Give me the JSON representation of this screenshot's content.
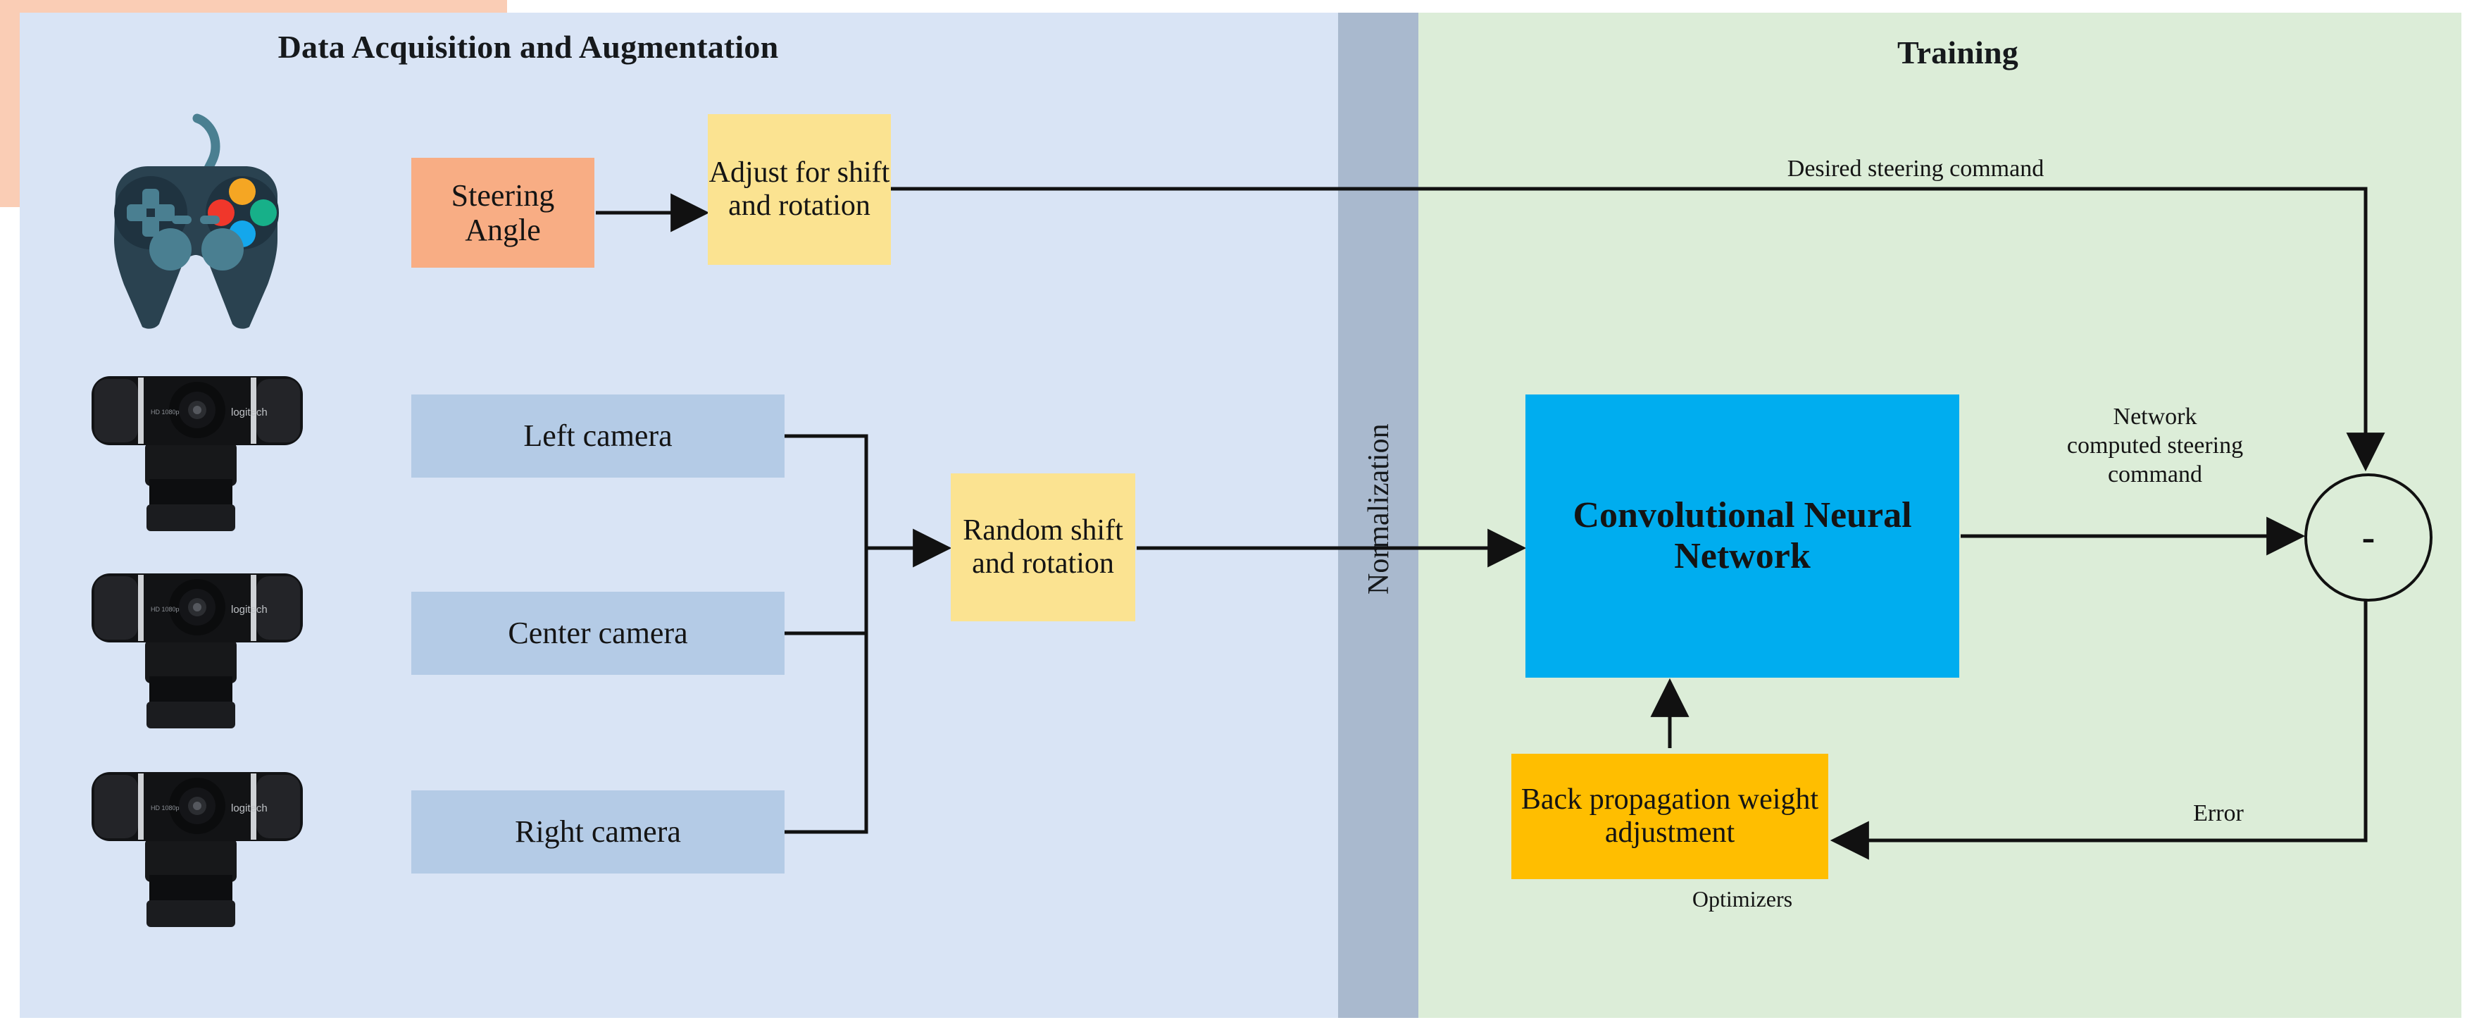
{
  "panels": {
    "left": {
      "title": "Data Acquisition and Augmentation",
      "bg": "#d9e4f5"
    },
    "divider": {
      "label": "Normalization",
      "bg": "#a9b9ce"
    },
    "right": {
      "title": "Training",
      "bg": "#dcedd8"
    }
  },
  "boxes": {
    "steering_angle": {
      "label": "Steering Angle",
      "color": "#f8ad84"
    },
    "adjust_shift_rotation": {
      "label": "Adjust for shift and rotation",
      "color": "#fbe391"
    },
    "left_camera": {
      "label": "Left camera",
      "color": "#b4cbe6"
    },
    "center_camera": {
      "label": "Center camera",
      "color": "#b4cbe6"
    },
    "right_camera": {
      "label": "Right camera",
      "color": "#b4cbe6"
    },
    "random_shift_rotation": {
      "label": "Random shift and rotation",
      "color": "#fbe391"
    },
    "cnn": {
      "label": "Convolutional Neural Network",
      "color": "#00adef"
    },
    "back_propagation": {
      "label": "Back propagation weight adjustment",
      "color": "#ffbe00"
    },
    "optimizers_container": {
      "label": "Optimizers",
      "color": "#facdb5"
    }
  },
  "nodes": {
    "subtract": {
      "symbol": "-",
      "shape": "circle"
    }
  },
  "edge_labels": {
    "desired_steering_command": "Desired steering command",
    "network_computed_steering_command": "Network\ncomputed steering\ncommand",
    "error": "Error"
  },
  "icons": {
    "gamepad": "gamepad-icon",
    "webcam": "webcam-icon"
  },
  "colors": {
    "left_panel_bg": "#d9e4f5",
    "divider_bg": "#a9b9ce",
    "right_panel_bg": "#dcedd8",
    "wire": "#111111",
    "cnn_blue": "#00adef",
    "orange": "#ffbe00",
    "peach": "#facdb5",
    "salmon": "#f8ad84",
    "yellow": "#fbe391",
    "camera_blue": "#b4cbe6"
  }
}
